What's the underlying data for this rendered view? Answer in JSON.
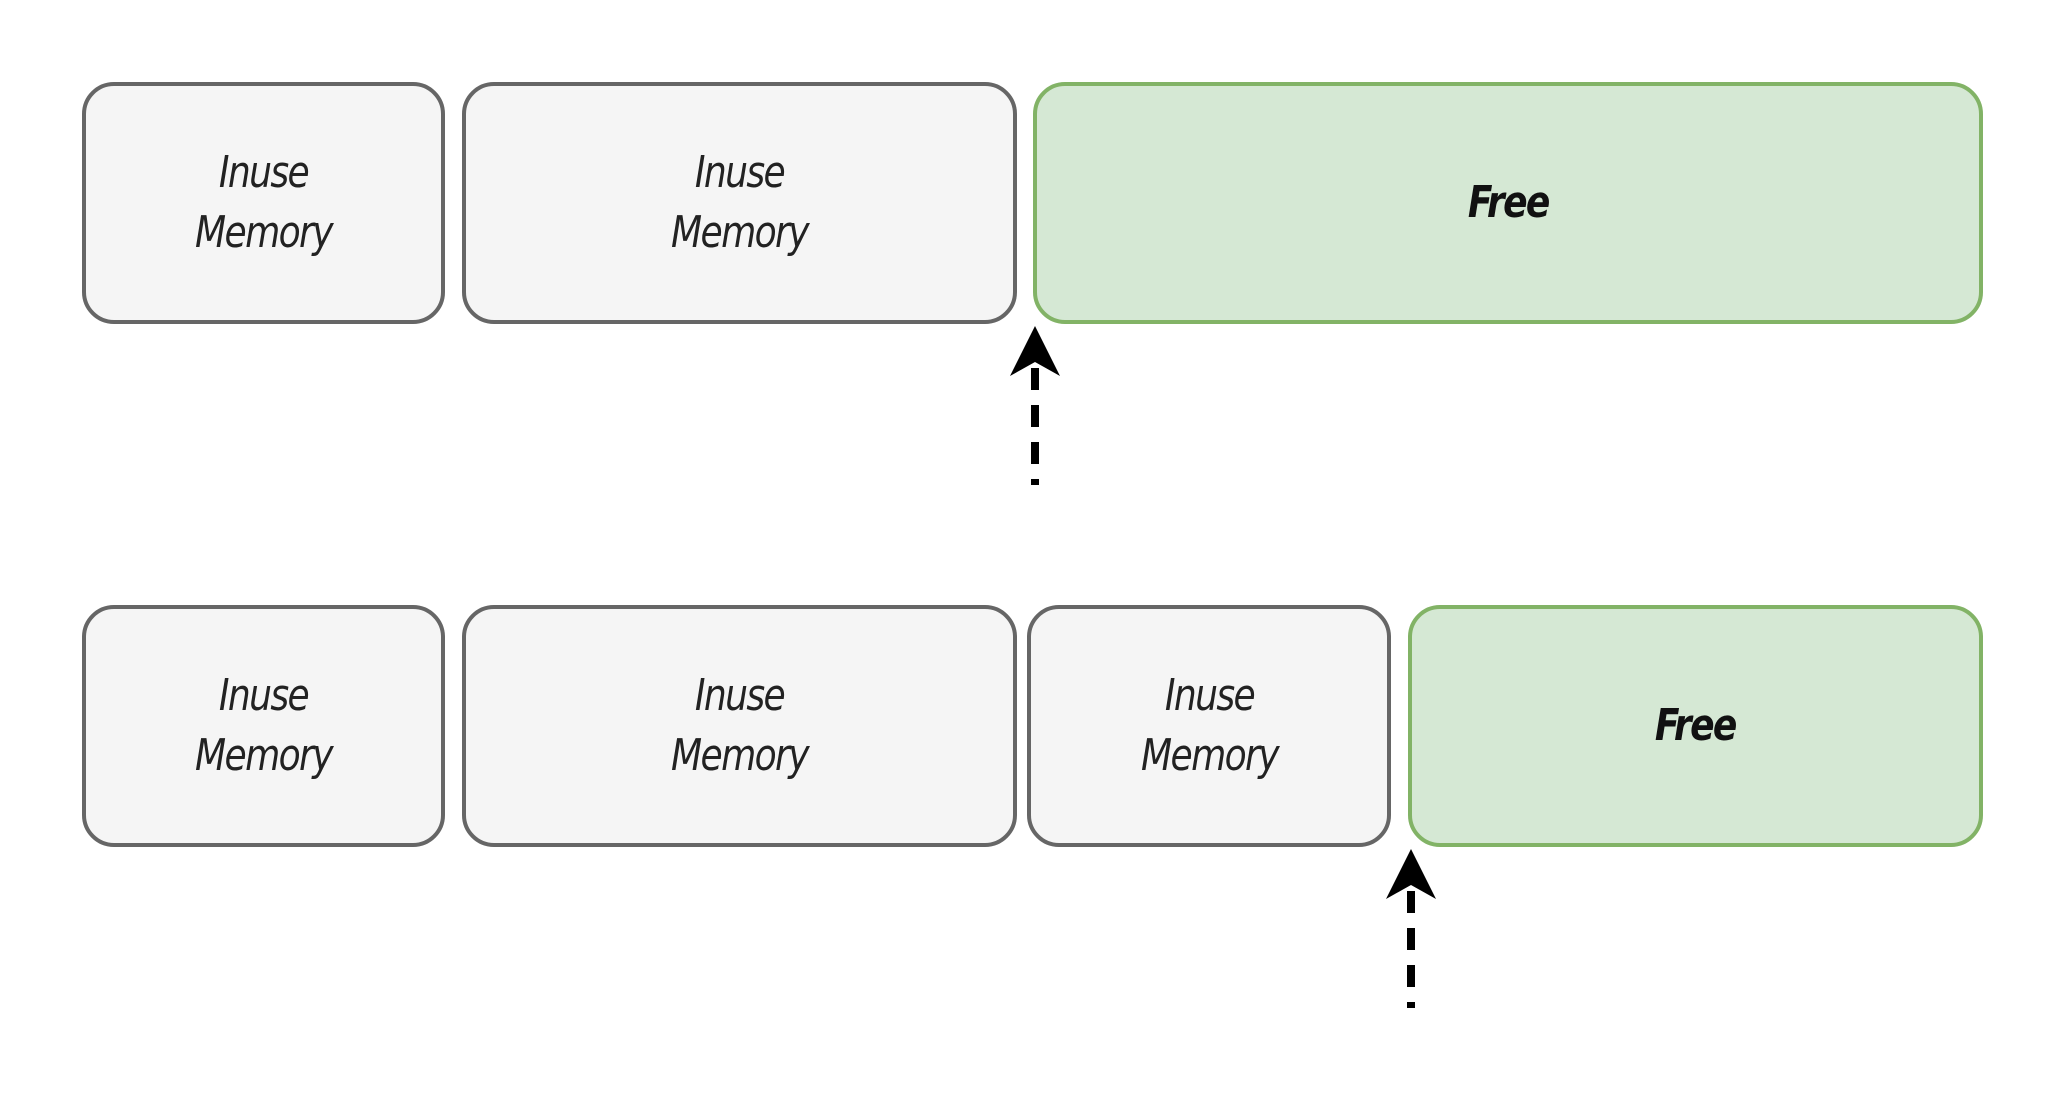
{
  "diagram": {
    "rows": [
      {
        "blocks": [
          {
            "kind": "inuse",
            "label": "Inuse\nMemory"
          },
          {
            "kind": "inuse",
            "label": "Inuse\nMemory"
          },
          {
            "kind": "free",
            "label": "Free"
          }
        ]
      },
      {
        "blocks": [
          {
            "kind": "inuse",
            "label": "Inuse\nMemory"
          },
          {
            "kind": "inuse",
            "label": "Inuse\nMemory"
          },
          {
            "kind": "inuse",
            "label": "Inuse\nMemory"
          },
          {
            "kind": "free",
            "label": "Free"
          }
        ]
      }
    ],
    "colors": {
      "inuse_fill": "#f5f5f5",
      "inuse_border": "#666666",
      "free_fill": "#d5e8d4",
      "free_border": "#82b366",
      "arrow": "#000000"
    }
  }
}
